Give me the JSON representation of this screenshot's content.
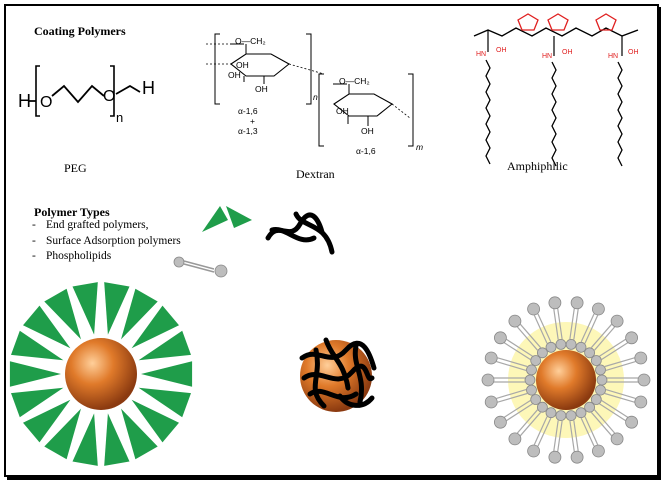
{
  "coating_title": "Coating Polymers",
  "peg": {
    "label": "PEG",
    "atom_h_left": "H",
    "atom_o1": "O",
    "atom_o2": "O",
    "atom_h_right": "H",
    "subscript": "n"
  },
  "dextran": {
    "label": "Dextran",
    "ring1_ch2": "O—CH₂",
    "ring2_ch2": "O—CH₂",
    "oh_a": "OH",
    "oh_b": "OH",
    "oh_c": "OH",
    "oh_d": "OH",
    "oh_e": "OH",
    "bond1_line1": "α-1,6",
    "bond1_line2": "+",
    "bond1_line3": "α-1,3",
    "bond2": "α-1,6",
    "sub_n": "n",
    "sub_m": "m"
  },
  "amphiphilic": {
    "label": "Amphiphilic",
    "colors": {
      "chain": "#000000"
    }
  },
  "polymer_types": {
    "title": "Polymer Types",
    "items": [
      "End grafted polymers,",
      "Surface Adsorption polymers",
      "Phospholipids"
    ]
  },
  "colors": {
    "green": "#1f9d4a",
    "core": "#d2691e",
    "core_dark": "#8b3a10",
    "lipid_grey": "#bdbdbd",
    "halo": "#fdf7b8"
  }
}
